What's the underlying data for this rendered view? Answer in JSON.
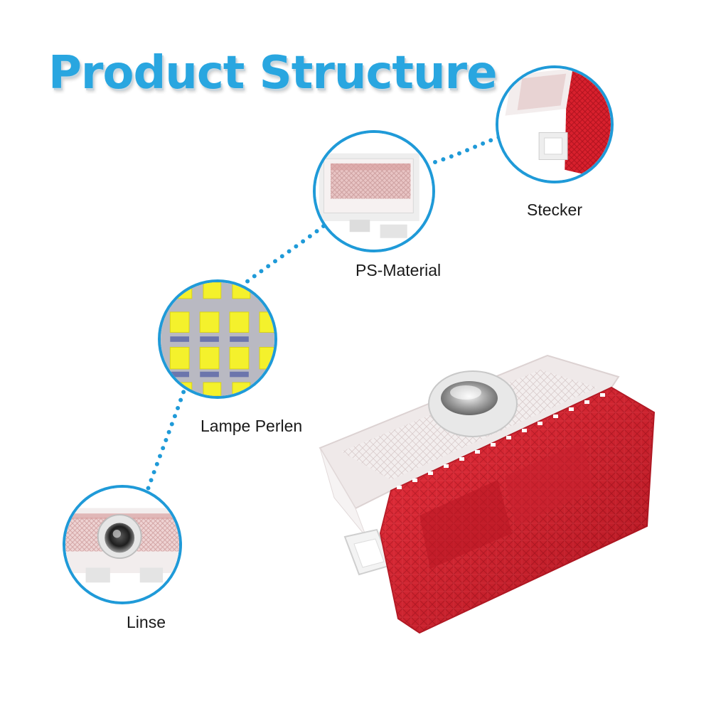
{
  "title": "Product Structure",
  "colors": {
    "accent": "#29a6e0",
    "circle_border": "#1f9ad8",
    "dots": "#1f9ad8",
    "product_red": "#d8202d",
    "clear_shell": "#f2ecec",
    "led_yellow": "#f4f12c"
  },
  "callouts": [
    {
      "id": "stecker",
      "label": "Stecker"
    },
    {
      "id": "ps_material",
      "label": "PS-Material"
    },
    {
      "id": "lampe_perlen",
      "label": "Lampe Perlen"
    },
    {
      "id": "linse",
      "label": "Linse"
    }
  ]
}
